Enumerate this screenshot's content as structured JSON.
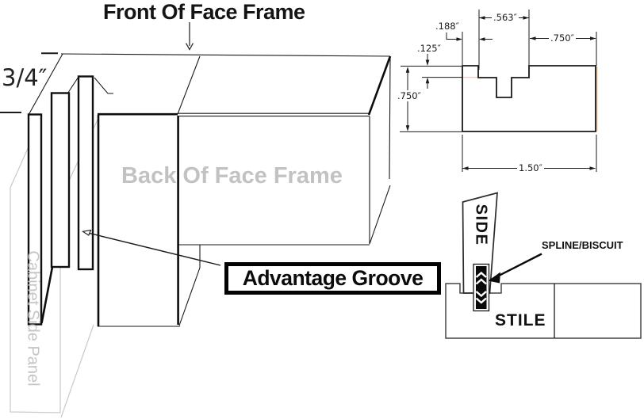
{
  "figure": {
    "front_label": "Front Of Face Frame",
    "thickness_label": "3/4″",
    "back_label": "Back Of Face Frame",
    "cabinet_panel_label": "Cabinet Side Panel",
    "groove_label": "Advantage Groove"
  },
  "cross_section": {
    "edge_offset": ".188″",
    "groove_width": ".563″",
    "right_width": ".750″",
    "groove_depth": ".125″",
    "height": ".750″",
    "total_width": "1.50″"
  },
  "joint_detail": {
    "side_label": "SIDE",
    "stile_label": "STILE",
    "spline_label": "SPLINE/BISCUIT"
  },
  "colors": {
    "line": "#1a1a1a",
    "watermark_gray": "#c2c2c2",
    "panel_gray": "#c9c9c9",
    "accent_tan": "#e8c094"
  }
}
